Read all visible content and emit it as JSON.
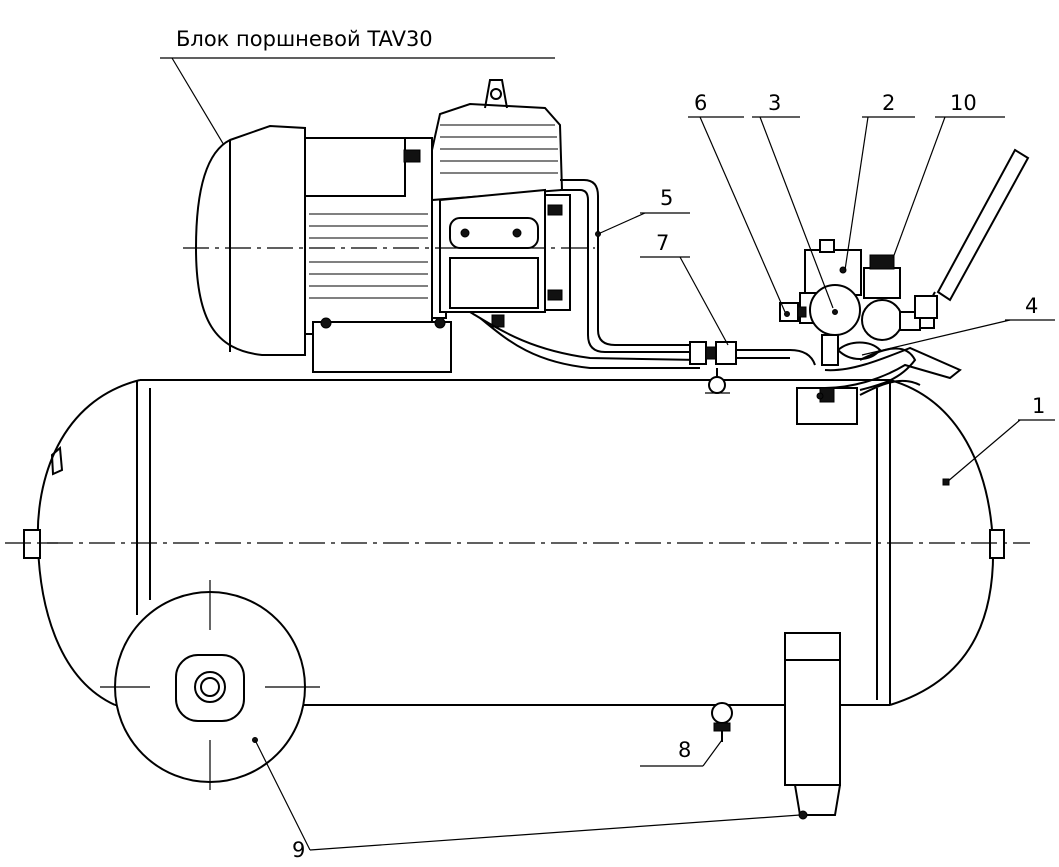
{
  "diagram": {
    "title": "Блок поршневой TAV30",
    "callouts": [
      "6",
      "3",
      "2",
      "10",
      "5",
      "7",
      "4",
      "1",
      "8",
      "9"
    ]
  }
}
